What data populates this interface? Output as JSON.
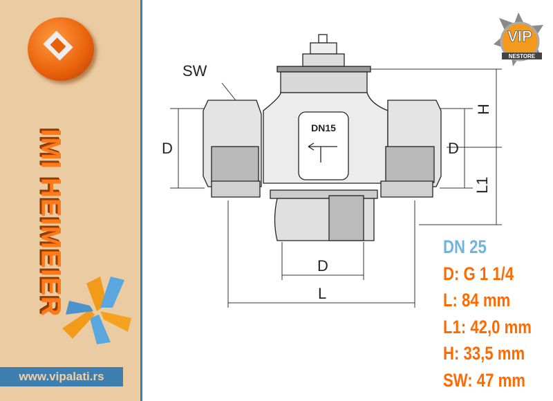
{
  "brand": {
    "name": "IMI HEIMEIER",
    "url": "www.vipalati.rs"
  },
  "store_logo": {
    "text": "VIP PALATI ONLINESTORE"
  },
  "drawing": {
    "marking": "DN15",
    "labels": {
      "sw": "SW",
      "d_left": "D",
      "d_right": "D",
      "d_bottom": "D",
      "h": "H",
      "l1": "L1",
      "l": "L"
    }
  },
  "specs": [
    "DN 25",
    "D: G 1 1/4",
    "L: 84 mm",
    "L1: 42,0 mm",
    "H: 33,5 mm",
    "SW: 47 mm"
  ],
  "colors": {
    "orange": "#ff6a00",
    "blue": "#6fb4e0",
    "sidebar": "#ebcca2",
    "border": "#3f7fb0"
  }
}
